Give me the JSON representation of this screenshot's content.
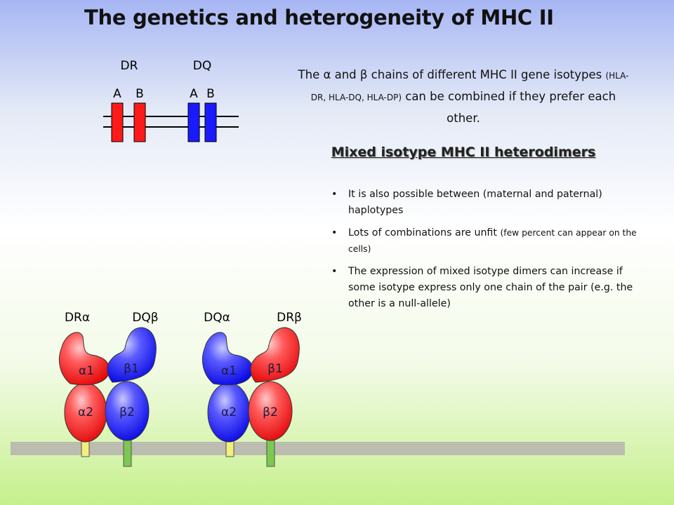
{
  "title": "The genetics and heterogeneity of MHC II",
  "description": {
    "part1": "The α and β chains of different MHC II gene isotypes ",
    "part2": "(HLA-DR, HLA-DQ, HLA-DP)",
    "part3": " can be combined if they prefer each other."
  },
  "subtitle": "Mixed isotype MHC II heterodimers",
  "bullets": [
    {
      "text": "It is also possible between (maternal and paternal) haplotypes",
      "note": ""
    },
    {
      "text": "Lots of combinations are unfit ",
      "note": "(few percent can appear on the cells)"
    },
    {
      "text": "The expression of mixed isotype dimers can increase if some isotype express only one chain of the pair (e.g. the other is a null-allele)",
      "note": ""
    }
  ],
  "gene_map": {
    "loci": [
      {
        "name": "DR",
        "genes": [
          "A",
          "B"
        ],
        "color": "#ff1a1a"
      },
      {
        "name": "DQ",
        "genes": [
          "A",
          "B"
        ],
        "color": "#1a1aff"
      }
    ]
  },
  "dimers": [
    {
      "alpha_label": "DRα",
      "beta_label": "DQβ",
      "alpha_color": "#ff1a1a",
      "beta_color": "#1a1aff",
      "domains": {
        "a1": "α1",
        "a2": "α2",
        "b1": "β1",
        "b2": "β2"
      }
    },
    {
      "alpha_label": "DQα",
      "beta_label": "DRβ",
      "alpha_color": "#1a1aff",
      "beta_color": "#ff1a1a",
      "domains": {
        "a1": "α1",
        "a2": "α2",
        "b1": "β1",
        "b2": "β2"
      }
    }
  ],
  "colors": {
    "membrane": "#bcbcb0",
    "tm_alpha": "#f0f07a",
    "tm_beta": "#7cc850",
    "domain_text": "#1a1a40"
  }
}
